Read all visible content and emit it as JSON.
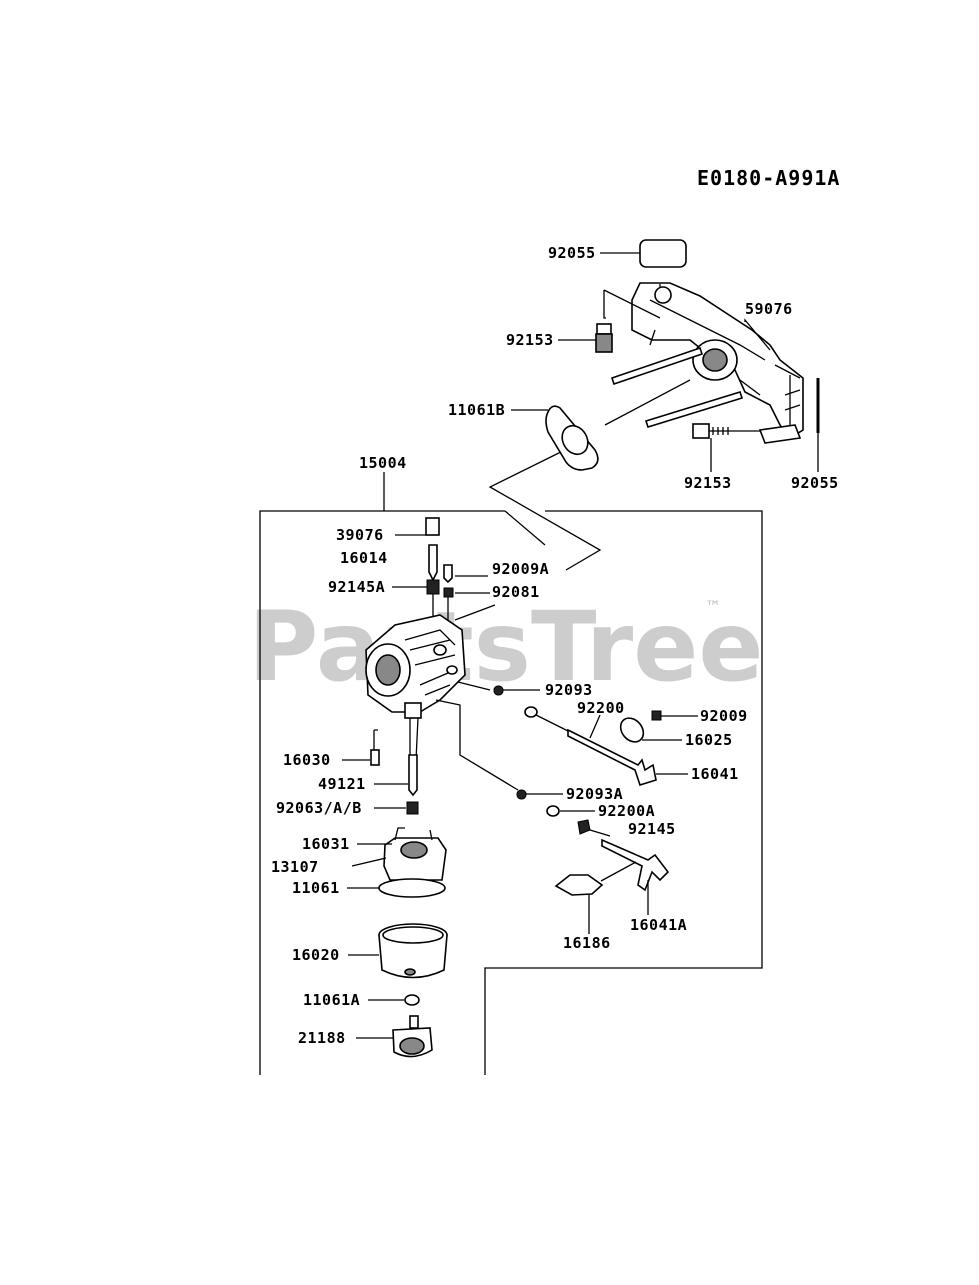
{
  "diagram": {
    "code": "E0180-A991A",
    "watermark": "PartsTree",
    "trademark": "™",
    "labels": {
      "p92055_top": "92055",
      "p59076": "59076",
      "p92153_a": "92153",
      "p11061B": "11061B",
      "p92153_b": "92153",
      "p92055_side": "92055",
      "p15004": "15004",
      "p39076": "39076",
      "p16014": "16014",
      "p92009A": "92009A",
      "p92145A": "92145A",
      "p92081": "92081",
      "p92093": "92093",
      "p92200": "92200",
      "p92009": "92009",
      "p16025": "16025",
      "p16041": "16041",
      "p16030": "16030",
      "p49121": "49121",
      "p92093A": "92093A",
      "p92063": "92063/A/B",
      "p92200A": "92200A",
      "p92145": "92145",
      "p16031": "16031",
      "p13107": "13107",
      "p11061": "11061",
      "p16041A": "16041A",
      "p16186": "16186",
      "p16020": "16020",
      "p11061A": "11061A",
      "p21188": "21188"
    }
  }
}
